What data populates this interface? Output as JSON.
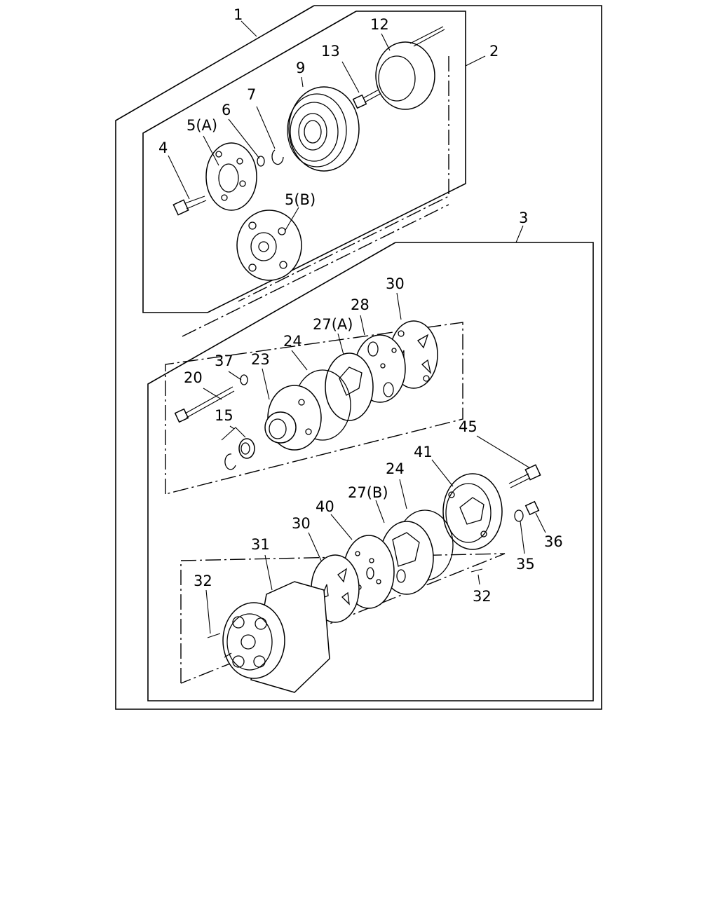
{
  "labels": {
    "l1": "1",
    "l2": "2",
    "l3": "3",
    "l4": "4",
    "l5a": "5(A)",
    "l5b": "5(B)",
    "l6": "6",
    "l7": "7",
    "l9": "9",
    "l12": "12",
    "l13": "13",
    "l15": "15",
    "l20": "20",
    "l23": "23",
    "l24a": "24",
    "l24b": "24",
    "l27a": "27(A)",
    "l27b": "27(B)",
    "l28": "28",
    "l30a": "30",
    "l30b": "30",
    "l31": "31",
    "l32a": "32",
    "l32b": "32",
    "l35": "35",
    "l36": "36",
    "l37": "37",
    "l40": "40",
    "l41": "41",
    "l45": "45"
  }
}
